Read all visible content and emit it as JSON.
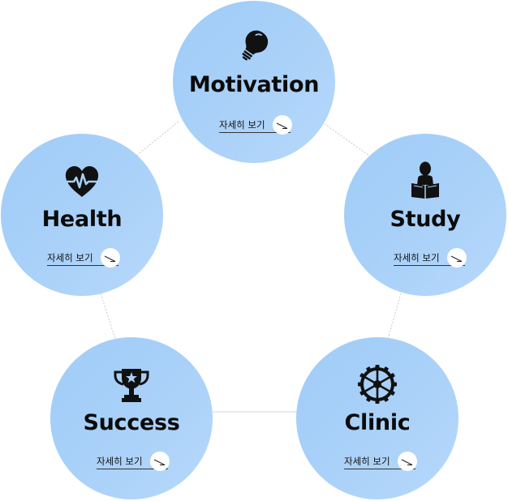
{
  "nodes": [
    {
      "key": "motivation",
      "title": "Motivation",
      "more_label": "자세히 보기",
      "icon": "lightbulb-icon"
    },
    {
      "key": "study",
      "title": "Study",
      "more_label": "자세히 보기",
      "icon": "reading-person-icon"
    },
    {
      "key": "clinic",
      "title": "Clinic",
      "more_label": "자세히 보기",
      "icon": "gear-icon"
    },
    {
      "key": "success",
      "title": "Success",
      "more_label": "자세히 보기",
      "icon": "trophy-icon"
    },
    {
      "key": "health",
      "title": "Health",
      "more_label": "자세히 보기",
      "icon": "heartbeat-icon"
    }
  ],
  "colors": {
    "circle_from": "#9fcdf7",
    "circle_to": "#b7d8fb",
    "title": "#0b0b0b",
    "connector": "#c8c8c8"
  }
}
